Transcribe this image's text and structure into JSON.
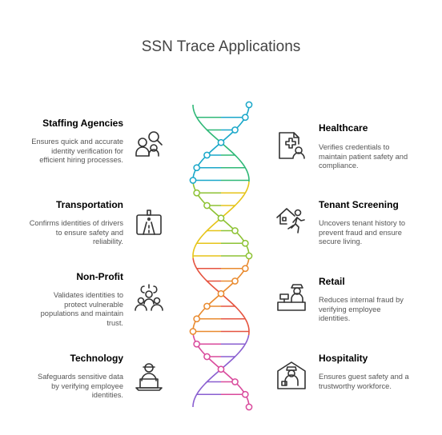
{
  "title": "SSN Trace Applications",
  "colors": {
    "teal": "#19a7c9",
    "green": "#2fb877",
    "yellow_green": "#8dc234",
    "yellow": "#e6c419",
    "orange": "#e98a2e",
    "red": "#e5533f",
    "pink": "#d94a9c",
    "purple": "#8a5fd0",
    "icon": "#333333"
  },
  "left": [
    {
      "title": "Staffing Agencies",
      "desc": "Ensures quick and accurate identity verification for efficient hiring processes.",
      "icon": "people-search-icon",
      "color": "#19a7c9"
    },
    {
      "title": "Transportation",
      "desc": "Confirms identities of drivers to ensure safety and reliability.",
      "icon": "road-sign-icon",
      "color": "#8dc234"
    },
    {
      "title": "Non-Profit",
      "desc": "Validates identities to protect vulnerable populations and maintain trust.",
      "icon": "community-group-icon",
      "color": "#e98a2e"
    },
    {
      "title": "Technology",
      "desc": "Safeguards sensitive data by verifying employee identities.",
      "icon": "laptop-user-icon",
      "color": "#d94a9c"
    }
  ],
  "right": [
    {
      "title": "Healthcare",
      "desc": "Verifies credentials to maintain patient safety and compliance.",
      "icon": "medical-document-icon",
      "color": "#2fb877"
    },
    {
      "title": "Tenant Screening",
      "desc": "Uncovers tenant history to prevent fraud and ensure secure living.",
      "icon": "house-person-icon",
      "color": "#e6c419"
    },
    {
      "title": "Retail",
      "desc": "Reduces internal fraud by verifying employee identities.",
      "icon": "cashier-icon",
      "color": "#e5533f"
    },
    {
      "title": "Hospitality",
      "desc": "Ensures guest safety and a trustworthy workforce.",
      "icon": "bellhop-icon",
      "color": "#8a5fd0"
    }
  ]
}
